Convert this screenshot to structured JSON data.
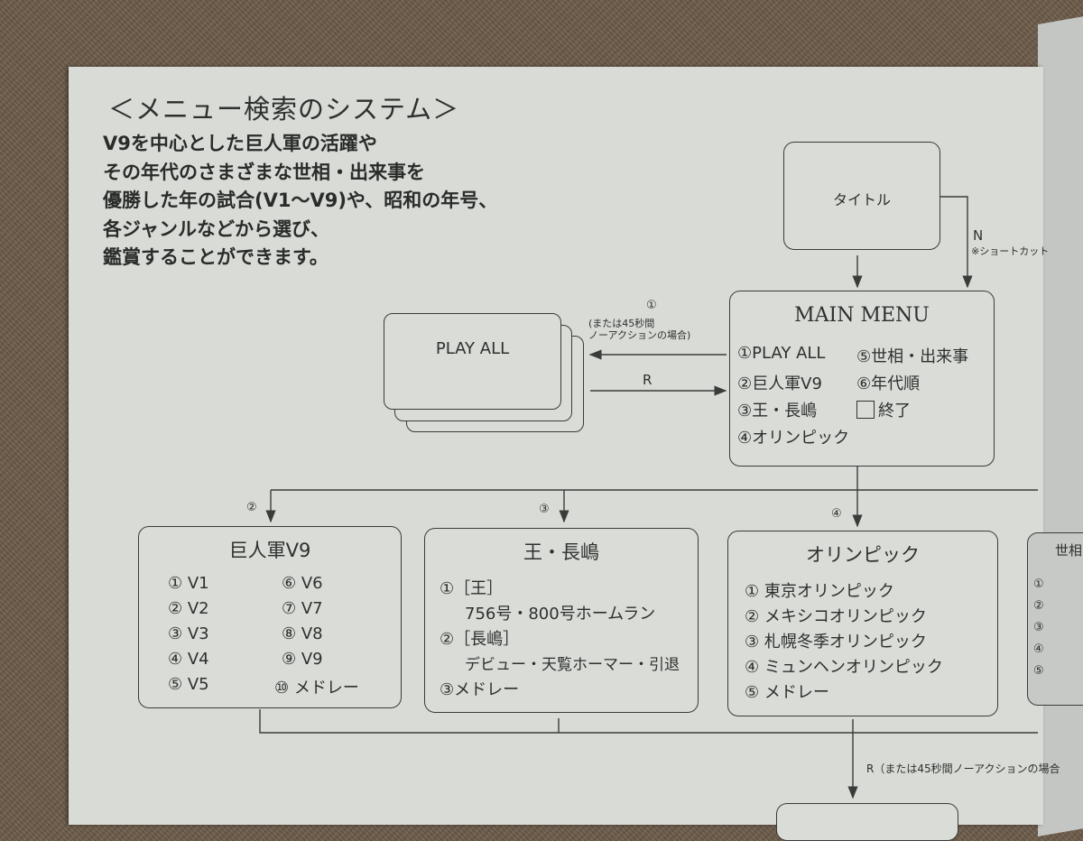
{
  "heading": "＜メニュー検索のシステム＞",
  "intro": [
    "V9を中心とした巨人軍の活躍や",
    "その年代のさまざまな世相・出来事を",
    "優勝した年の試合(V1〜V9)や、昭和の年号、",
    "各ジャンルなどから選び、",
    "鑑賞することができます。"
  ],
  "title_box": {
    "label": "タイトル"
  },
  "shortcut": {
    "key": "N",
    "note": "※ショートカット"
  },
  "play_all": {
    "label": "PLAY ALL",
    "arrow_num": "①",
    "arrow_note": [
      "(または45秒間",
      "ノーアクションの場合)"
    ],
    "return_key": "R"
  },
  "main_menu": {
    "title": "MAIN MENU",
    "items": [
      "①PLAY ALL",
      "②巨人軍V9",
      "③王・長嶋",
      "④オリンピック",
      "⑤世相・出来事",
      "⑥年代順",
      "終了"
    ]
  },
  "branch_labels": [
    "②",
    "③",
    "④"
  ],
  "giants": {
    "title": "巨人軍V9",
    "items": [
      "① V1",
      "② V2",
      "③ V3",
      "④ V4",
      "⑤ V5",
      "⑥ V6",
      "⑦ V7",
      "⑧ V8",
      "⑨ V9",
      "⑩ メドレー"
    ]
  },
  "oh_nagashima": {
    "title": "王・長嶋",
    "items": [
      "①［王］",
      "756号・800号ホームラン",
      "②［長嶋］",
      "デビュー・天覧ホーマー・引退",
      "③メドレー"
    ]
  },
  "olympic": {
    "title": "オリンピック",
    "items": [
      "① 東京オリンピック",
      "② メキシコオリンピック",
      "③ 札幌冬季オリンピック",
      "④ ミュンヘンオリンピック",
      "⑤ メドレー"
    ]
  },
  "partial_box": {
    "title": "世相・",
    "items": [
      "①",
      "②",
      "③",
      "④",
      "⑤"
    ]
  },
  "bottom_note": "R（または45秒間ノーアクションの場合"
}
